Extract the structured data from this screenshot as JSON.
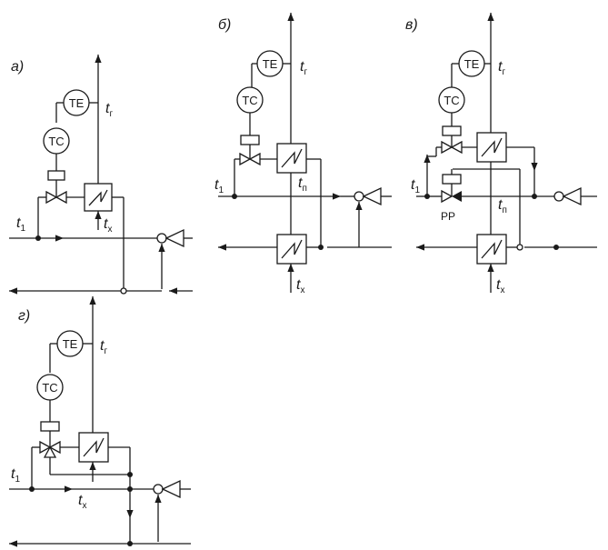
{
  "panels": {
    "a": {
      "label": "а)",
      "te": "TE",
      "tc": "TC",
      "t_hot": "t",
      "t_hot_sub": "г",
      "t_in": "t",
      "t_in_sub": "1",
      "t_cold": "t",
      "t_cold_sub": "х"
    },
    "b": {
      "label": "б)",
      "te": "TE",
      "tc": "TC",
      "t_hot": "t",
      "t_hot_sub": "г",
      "t_in": "t",
      "t_in_sub": "1",
      "t_mid": "t",
      "t_mid_sub": "п",
      "t_cold": "t",
      "t_cold_sub": "х"
    },
    "c": {
      "label": "в)",
      "te": "TE",
      "tc": "TC",
      "t_hot": "t",
      "t_hot_sub": "г",
      "t_in": "t",
      "t_in_sub": "1",
      "t_mid": "t",
      "t_mid_sub": "п",
      "t_cold": "t",
      "t_cold_sub": "х",
      "regulator": "РР"
    },
    "d": {
      "label": "г)",
      "te": "TE",
      "tc": "TC",
      "t_hot": "t",
      "t_hot_sub": "г",
      "t_in": "t",
      "t_in_sub": "1",
      "t_cold": "t",
      "t_cold_sub": "х"
    }
  }
}
